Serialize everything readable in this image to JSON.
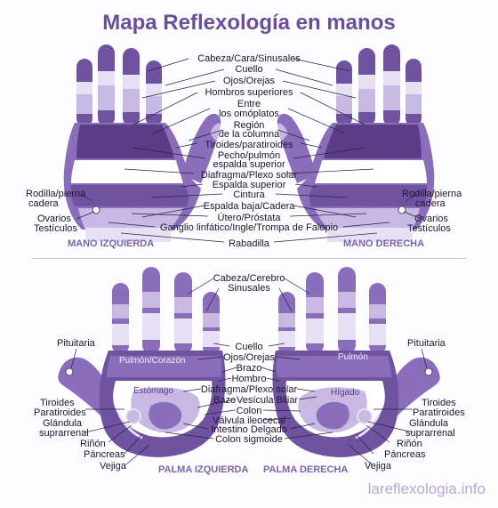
{
  "title": "Mapa Reflexología en manos",
  "colors": {
    "dark": "#5a3d86",
    "mid": "#8a6dbb",
    "light": "#c8b8e4",
    "pale": "#e7dff3",
    "title": "#6b4e9b"
  },
  "top": {
    "left_caption": "MANO IZQUIERDA",
    "right_caption": "MANO DERECHA",
    "labels": [
      "Cabeza/Cara/Sinusales",
      "Cuello",
      "Ojos/Orejas",
      "Hombros superiores",
      "Entre",
      "los omóplatos",
      "Región",
      "de la columna",
      "Tiroides/paratiroides",
      "Pecho/pulmón",
      "espalda superior",
      "Diafragma/Plexo solar",
      "Espalda superior",
      "Cintura",
      "Espalda baja/Cadera",
      "Útero/Próstata",
      "Ganglio linfático/Ingle/Trompa de Falopio",
      "Rabadilla"
    ],
    "side_left": [
      "Rodilla/pierna",
      "cadera",
      "Ovarios",
      "Testículos"
    ],
    "side_right": [
      "Rodilla/pierna",
      "cadera",
      "Ovarios",
      "Testículos"
    ]
  },
  "bottom": {
    "left_caption": "PALMA IZQUIERDA",
    "right_caption": "PALMA DERECHA",
    "labels": [
      "Cabeza/Cerebro",
      "Sinusales",
      "Cuello",
      "Ojos/Orejas",
      "Brazo",
      "Hombro",
      "Diafragma/Plexo solar",
      "Bazo",
      "Vesícula Biliar",
      "Colon",
      "Válvula ileocecal",
      "Intestino Delgado",
      "Colon sigmoide"
    ],
    "left_side": [
      "Pituitaria",
      "Tiroides",
      "Paratiroides",
      "Glándula",
      "suprarrenal",
      "Riñón",
      "Páncreas",
      "Vejiga"
    ],
    "right_side": [
      "Pituitaria",
      "Tiroides",
      "Paratiroides",
      "Glándula",
      "suprarrenal",
      "Riñón",
      "Páncreas",
      "Vejiga"
    ],
    "inner_left": [
      "Pulmón/Corazón",
      "Estómago"
    ],
    "inner_right": [
      "Pulmón",
      "Hígado"
    ]
  },
  "watermark": "lareflexologia.info"
}
